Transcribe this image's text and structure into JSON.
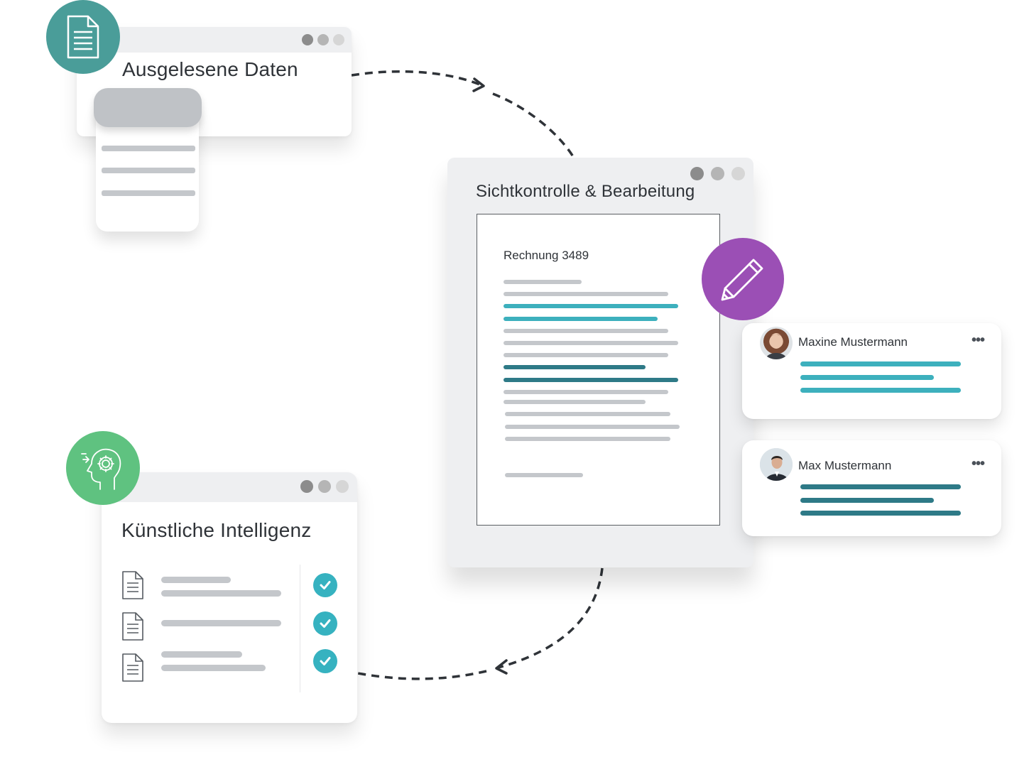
{
  "colors": {
    "teal_accent": "#3db0bd",
    "dark_teal_accent": "#2e7a87",
    "document_badge": "#4a9d99",
    "ai_badge": "#5fc280",
    "edit_badge": "#9b4fb5",
    "check_badge": "#36b2c0",
    "arrow": "#2f3338"
  },
  "extracted_window": {
    "title": "Ausgelesene Daten",
    "badge_icon": "document-icon"
  },
  "review_window": {
    "title": "Sichtkontrolle & Bearbeitung",
    "document_title": "Rechnung 3489",
    "badge_icon": "pencil-icon"
  },
  "reviewers": [
    {
      "name": "Maxine Mustermann",
      "menu": "•••",
      "accent": "teal"
    },
    {
      "name": "Max Mustermann",
      "menu": "•••",
      "accent": "dark-teal"
    }
  ],
  "ai_window": {
    "title": "Künstliche Intelligenz",
    "badge_icon": "ai-head-gear-icon",
    "rows": [
      {
        "icon": "document-icon",
        "status": "check-icon"
      },
      {
        "icon": "document-icon",
        "status": "check-icon"
      },
      {
        "icon": "document-icon",
        "status": "check-icon"
      }
    ]
  }
}
